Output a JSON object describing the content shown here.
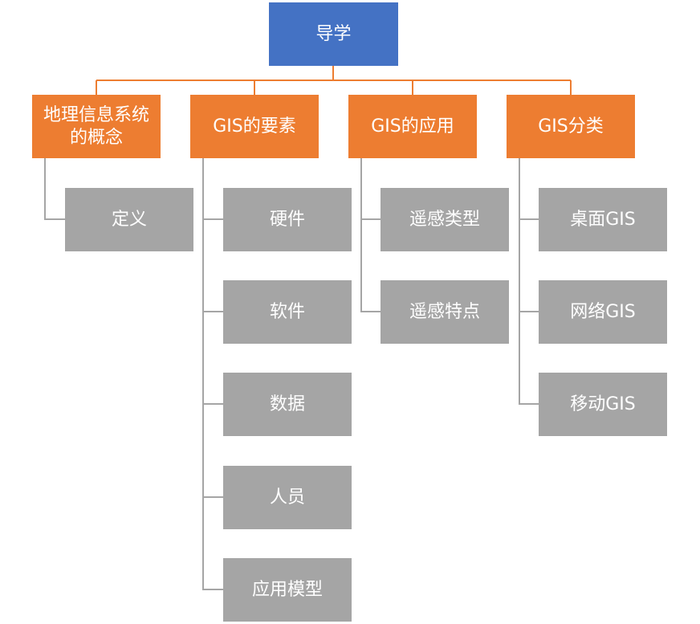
{
  "root": {
    "label": "导学"
  },
  "categories": [
    {
      "label": "地理信息系统的概念",
      "items": [
        "定义"
      ]
    },
    {
      "label": "GIS的要素",
      "items": [
        "硬件",
        "软件",
        "数据",
        "人员",
        "应用模型"
      ]
    },
    {
      "label": "GIS的应用",
      "items": [
        "遥感类型",
        "遥感特点"
      ]
    },
    {
      "label": "GIS分类",
      "items": [
        "桌面GIS",
        "网络GIS",
        "移动GIS"
      ]
    }
  ],
  "colors": {
    "root": "#4472c4",
    "category": "#ed7d31",
    "leaf": "#a5a5a5",
    "root_connector": "#ed7d31",
    "leaf_connector": "#a5a5a5"
  }
}
